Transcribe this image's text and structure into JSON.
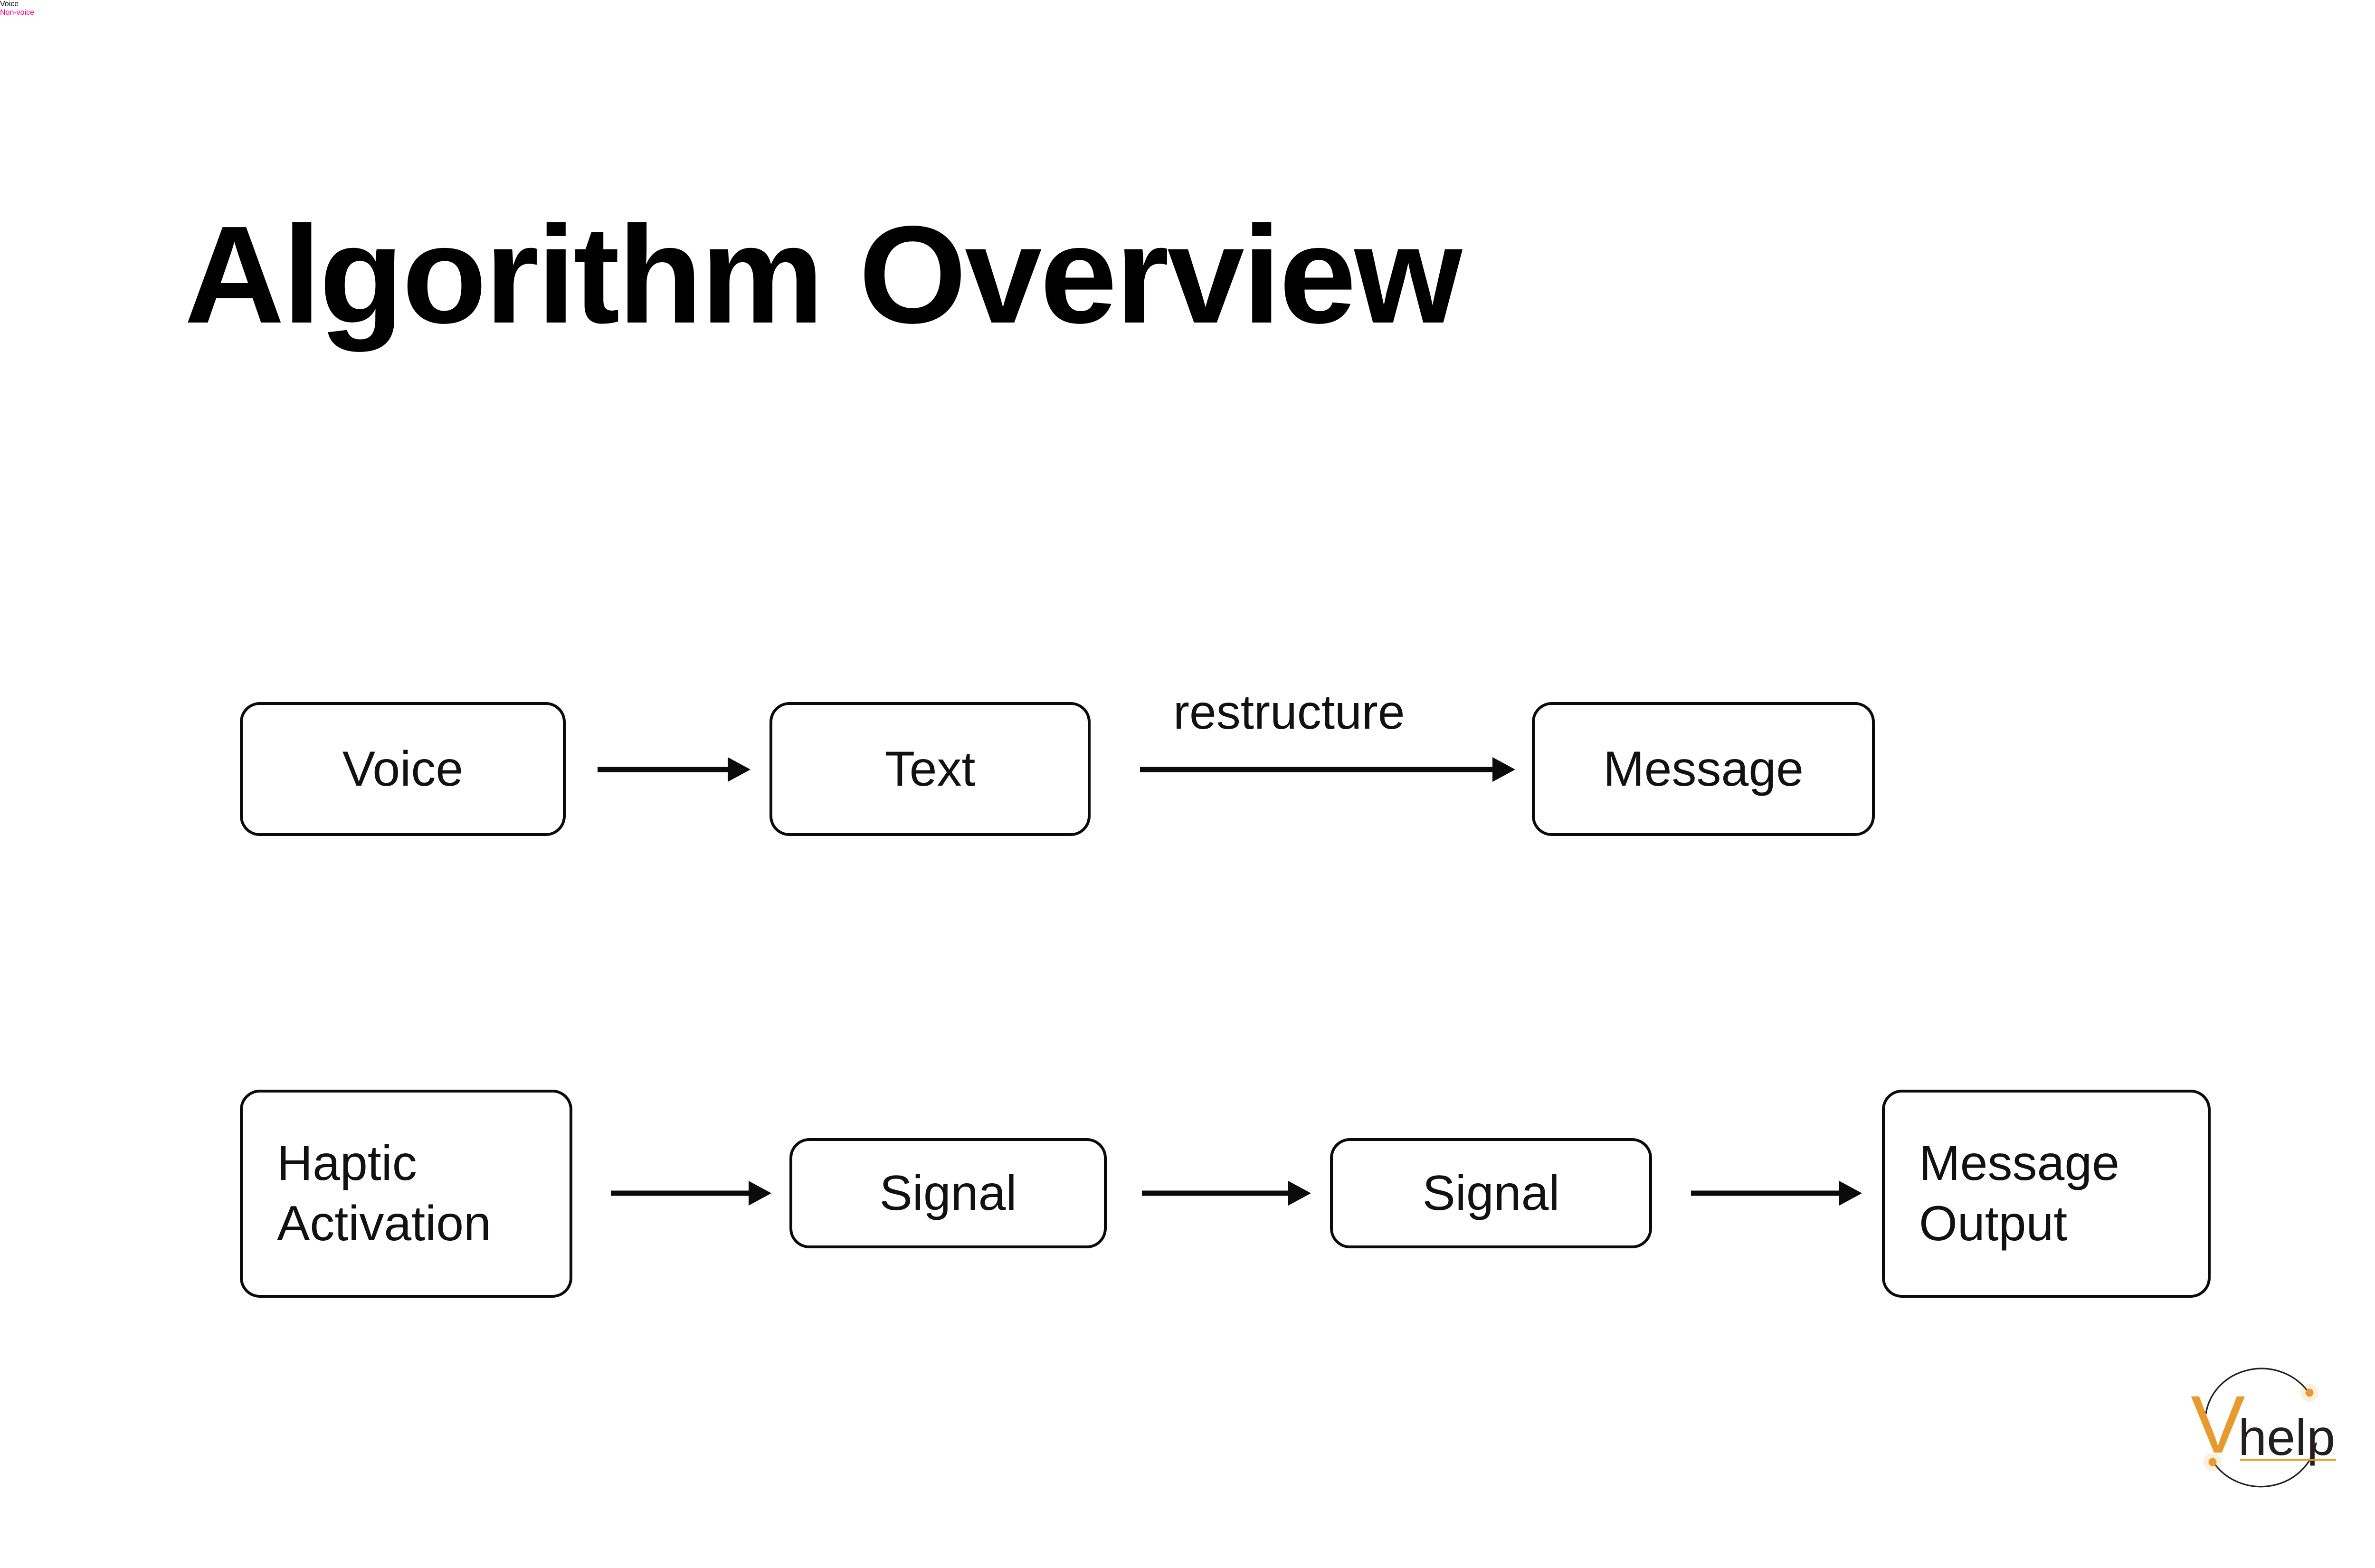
{
  "slide": {
    "title": "Algorithm Overview",
    "background_color": "#ffffff",
    "text_color": "#000000"
  },
  "sections": [
    {
      "id": "voice",
      "heading": "Voice",
      "heading_color": "#000000",
      "nodes": [
        {
          "id": "voice",
          "label": "Voice",
          "align": "center"
        },
        {
          "id": "text",
          "label": "Text",
          "align": "center"
        },
        {
          "id": "message",
          "label": "Message",
          "align": "center"
        }
      ],
      "edges": [
        {
          "from": "voice",
          "to": "text",
          "label": ""
        },
        {
          "from": "text",
          "to": "message",
          "label": "restructure"
        }
      ]
    },
    {
      "id": "non-voice",
      "heading": "Non-voice",
      "heading_color": "#ec008c",
      "nodes": [
        {
          "id": "haptic",
          "label_line1": "Haptic",
          "label_line2": "Activation",
          "align": "left"
        },
        {
          "id": "signal-1",
          "label": "Signal",
          "align": "center"
        },
        {
          "id": "signal-2",
          "label": "Signal",
          "align": "center"
        },
        {
          "id": "message-out",
          "label_line1": "Message",
          "label_line2": "Output",
          "align": "left"
        }
      ],
      "edges": [
        {
          "from": "haptic",
          "to": "signal-1",
          "label": ""
        },
        {
          "from": "signal-1",
          "to": "signal-2",
          "label": ""
        },
        {
          "from": "signal-2",
          "to": "message-out",
          "label": ""
        }
      ]
    }
  ],
  "logo": {
    "mark_letter": "V",
    "wordmark": "help",
    "mark_color": "#e89b2c",
    "wordmark_color": "#231f20",
    "accent_color": "#e89b2c",
    "arc_color": "#231f20"
  }
}
